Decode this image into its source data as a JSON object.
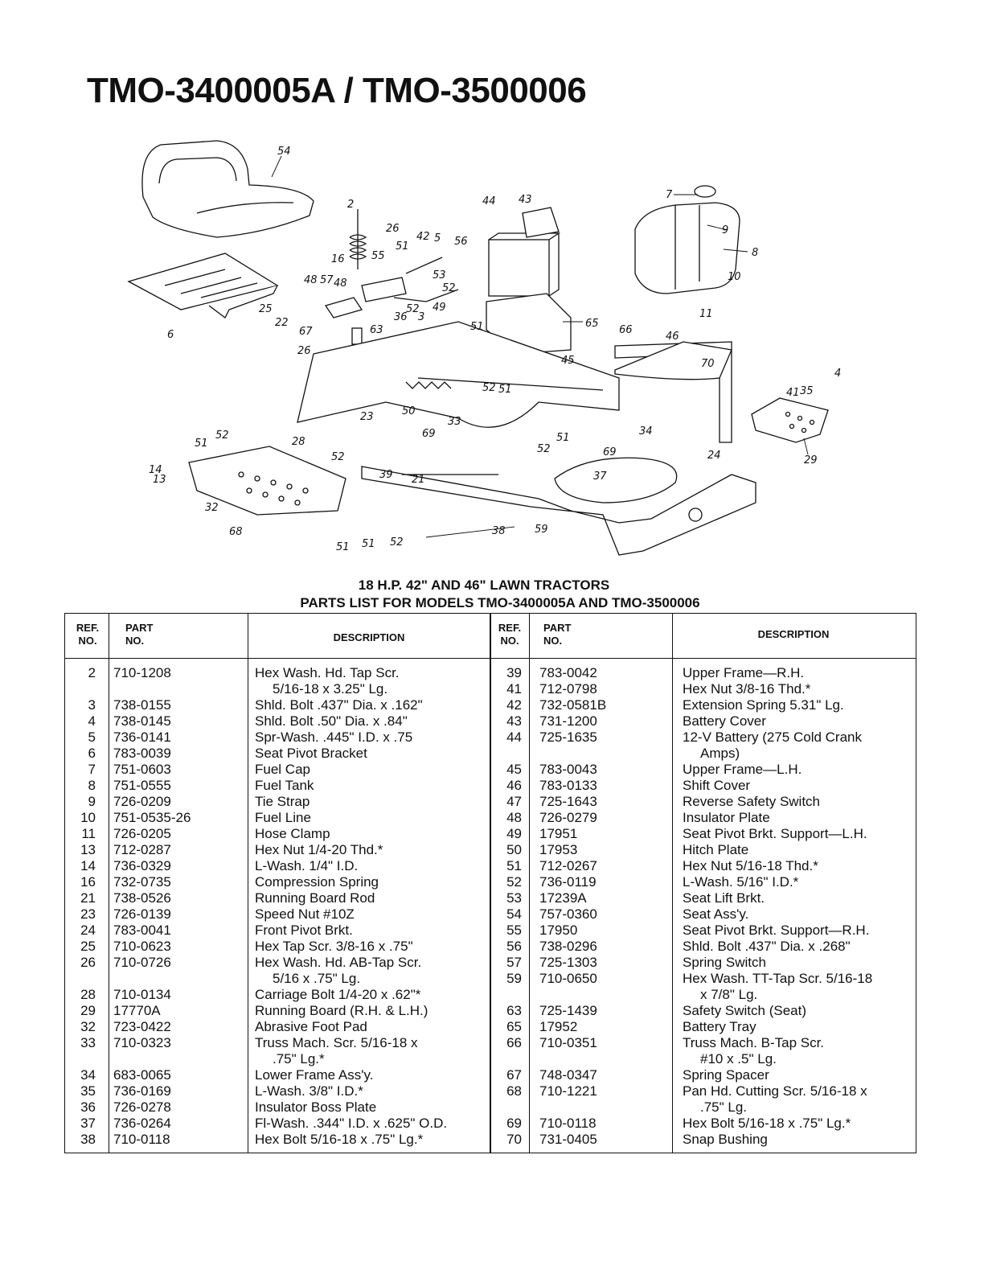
{
  "title": "TMO-3400005A / TMO-3500006",
  "diagram": {
    "callouts": [
      "54",
      "2",
      "26",
      "51",
      "55",
      "42",
      "5",
      "56",
      "16",
      "44",
      "43",
      "7",
      "9",
      "8",
      "10",
      "11",
      "6",
      "25",
      "48",
      "57",
      "48",
      "52",
      "53",
      "36",
      "3",
      "49",
      "52",
      "22",
      "67",
      "63",
      "51",
      "66",
      "46",
      "26",
      "45",
      "65",
      "23",
      "50",
      "33",
      "52",
      "51",
      "70",
      "4",
      "41",
      "35",
      "29",
      "51",
      "52",
      "28",
      "69",
      "34",
      "24",
      "14",
      "13",
      "52",
      "39",
      "21",
      "69",
      "37",
      "52",
      "51",
      "32",
      "68",
      "51",
      "51",
      "52",
      "38",
      "59"
    ]
  },
  "caption": {
    "line1": "18 H.P. 42\" AND 46\" LAWN TRACTORS",
    "line2": "PARTS LIST FOR MODELS TMO-3400005A AND TMO-3500006"
  },
  "table": {
    "headers": {
      "ref_line1": "REF.",
      "ref_line2": "NO.",
      "part_line1": "PART",
      "part_line2": "NO.",
      "description": "DESCRIPTION"
    },
    "left": [
      {
        "ref": "2",
        "part": "710-1208",
        "desc": [
          "Hex Wash. Hd. Tap Scr.",
          "5/16-18 x 3.25\" Lg."
        ]
      },
      {
        "ref": "3",
        "part": "738-0155",
        "desc": [
          "Shld. Bolt .437\" Dia. x .162\""
        ]
      },
      {
        "ref": "4",
        "part": "738-0145",
        "desc": [
          "Shld. Bolt .50\" Dia. x .84\""
        ]
      },
      {
        "ref": "5",
        "part": "736-0141",
        "desc": [
          "Spr-Wash. .445\" I.D. x .75"
        ]
      },
      {
        "ref": "6",
        "part": "783-0039",
        "desc": [
          "Seat Pivot Bracket"
        ]
      },
      {
        "ref": "7",
        "part": "751-0603",
        "desc": [
          "Fuel Cap"
        ]
      },
      {
        "ref": "8",
        "part": "751-0555",
        "desc": [
          "Fuel Tank"
        ]
      },
      {
        "ref": "9",
        "part": "726-0209",
        "desc": [
          "Tie Strap"
        ]
      },
      {
        "ref": "10",
        "part": "751-0535-26",
        "desc": [
          "Fuel Line"
        ]
      },
      {
        "ref": "11",
        "part": "726-0205",
        "desc": [
          "Hose Clamp"
        ]
      },
      {
        "ref": "13",
        "part": "712-0287",
        "desc": [
          "Hex Nut 1/4-20 Thd.*"
        ]
      },
      {
        "ref": "14",
        "part": "736-0329",
        "desc": [
          "L-Wash. 1/4\" I.D."
        ]
      },
      {
        "ref": "16",
        "part": "732-0735",
        "desc": [
          "Compression Spring"
        ]
      },
      {
        "ref": "21",
        "part": "738-0526",
        "desc": [
          "Running Board Rod"
        ]
      },
      {
        "ref": "23",
        "part": "726-0139",
        "desc": [
          "Speed Nut #10Z"
        ]
      },
      {
        "ref": "24",
        "part": "783-0041",
        "desc": [
          "Front Pivot Brkt."
        ]
      },
      {
        "ref": "25",
        "part": "710-0623",
        "desc": [
          "Hex Tap Scr. 3/8-16 x .75\""
        ]
      },
      {
        "ref": "26",
        "part": "710-0726",
        "desc": [
          "Hex Wash. Hd. AB-Tap Scr.",
          "5/16 x .75\" Lg."
        ]
      },
      {
        "ref": "28",
        "part": "710-0134",
        "desc": [
          "Carriage Bolt 1/4-20 x .62\"*"
        ]
      },
      {
        "ref": "29",
        "part": "17770A",
        "desc": [
          "Running Board (R.H. & L.H.)"
        ]
      },
      {
        "ref": "32",
        "part": "723-0422",
        "desc": [
          "Abrasive Foot Pad"
        ]
      },
      {
        "ref": "33",
        "part": "710-0323",
        "desc": [
          "Truss Mach. Scr. 5/16-18 x",
          ".75\" Lg.*"
        ]
      },
      {
        "ref": "34",
        "part": "683-0065",
        "desc": [
          "Lower Frame Ass'y."
        ]
      },
      {
        "ref": "35",
        "part": "736-0169",
        "desc": [
          "L-Wash. 3/8\" I.D.*"
        ]
      },
      {
        "ref": "36",
        "part": "726-0278",
        "desc": [
          "Insulator Boss Plate"
        ]
      },
      {
        "ref": "37",
        "part": "736-0264",
        "desc": [
          "Fl-Wash. .344\" I.D. x .625\" O.D."
        ]
      },
      {
        "ref": "38",
        "part": "710-0118",
        "desc": [
          "Hex Bolt 5/16-18 x .75\" Lg.*"
        ]
      }
    ],
    "right": [
      {
        "ref": "39",
        "part": "783-0042",
        "desc": [
          "Upper Frame—R.H."
        ]
      },
      {
        "ref": "41",
        "part": "712-0798",
        "desc": [
          "Hex Nut 3/8-16 Thd.*"
        ]
      },
      {
        "ref": "42",
        "part": "732-0581B",
        "desc": [
          "Extension Spring 5.31\" Lg."
        ]
      },
      {
        "ref": "43",
        "part": "731-1200",
        "desc": [
          "Battery Cover"
        ]
      },
      {
        "ref": "44",
        "part": "725-1635",
        "desc": [
          "12-V Battery (275 Cold Crank",
          "Amps)"
        ]
      },
      {
        "ref": "45",
        "part": "783-0043",
        "desc": [
          "Upper Frame—L.H."
        ]
      },
      {
        "ref": "46",
        "part": "783-0133",
        "desc": [
          "Shift Cover"
        ]
      },
      {
        "ref": "47",
        "part": "725-1643",
        "desc": [
          "Reverse Safety Switch"
        ]
      },
      {
        "ref": "48",
        "part": "726-0279",
        "desc": [
          "Insulator Plate"
        ]
      },
      {
        "ref": "49",
        "part": "17951",
        "desc": [
          "Seat Pivot Brkt. Support—L.H."
        ]
      },
      {
        "ref": "50",
        "part": "17953",
        "desc": [
          "Hitch Plate"
        ]
      },
      {
        "ref": "51",
        "part": "712-0267",
        "desc": [
          "Hex Nut 5/16-18 Thd.*"
        ]
      },
      {
        "ref": "52",
        "part": "736-0119",
        "desc": [
          "L-Wash. 5/16\" I.D.*"
        ]
      },
      {
        "ref": "53",
        "part": "17239A",
        "desc": [
          "Seat Lift Brkt."
        ]
      },
      {
        "ref": "54",
        "part": "757-0360",
        "desc": [
          "Seat Ass'y."
        ]
      },
      {
        "ref": "55",
        "part": "17950",
        "desc": [
          "Seat Pivot Brkt. Support—R.H."
        ]
      },
      {
        "ref": "56",
        "part": "738-0296",
        "desc": [
          "Shld. Bolt .437\" Dia. x .268\""
        ]
      },
      {
        "ref": "57",
        "part": "725-1303",
        "desc": [
          "Spring Switch"
        ]
      },
      {
        "ref": "59",
        "part": "710-0650",
        "desc": [
          "Hex Wash. TT-Tap Scr. 5/16-18",
          "x 7/8\" Lg."
        ]
      },
      {
        "ref": "63",
        "part": "725-1439",
        "desc": [
          "Safety Switch (Seat)"
        ]
      },
      {
        "ref": "65",
        "part": "17952",
        "desc": [
          "Battery Tray"
        ]
      },
      {
        "ref": "66",
        "part": "710-0351",
        "desc": [
          "Truss Mach. B-Tap Scr.",
          "#10 x .5\" Lg."
        ]
      },
      {
        "ref": "67",
        "part": "748-0347",
        "desc": [
          "Spring Spacer"
        ]
      },
      {
        "ref": "68",
        "part": "710-1221",
        "desc": [
          "Pan Hd. Cutting Scr. 5/16-18 x",
          ".75\" Lg."
        ]
      },
      {
        "ref": "69",
        "part": "710-0118",
        "desc": [
          "Hex Bolt 5/16-18 x .75\" Lg.*"
        ]
      },
      {
        "ref": "70",
        "part": "731-0405",
        "desc": [
          "Snap Bushing"
        ]
      }
    ]
  }
}
